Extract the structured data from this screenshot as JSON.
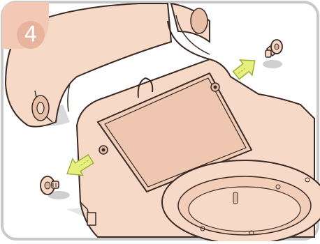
{
  "step": {
    "number": "4"
  },
  "colors": {
    "skin": "#f6d9c7",
    "skin_shadow": "#e8bfa7",
    "outline": "#3a2a25",
    "frame": "#c9c9c9",
    "badge": "#f3c9b6",
    "arrow_fill": "#e8ef7f",
    "arrow_stroke": "#9bb03a",
    "ground_shadow": "#cfcfcf",
    "lens_dark": "#d8b3a0"
  },
  "illustration": {
    "subject": "manikin-head-back-panel",
    "parts": [
      "left-panel",
      "base-housing",
      "face-frame",
      "screw-left",
      "screw-right",
      "arrow-left",
      "arrow-right"
    ]
  }
}
